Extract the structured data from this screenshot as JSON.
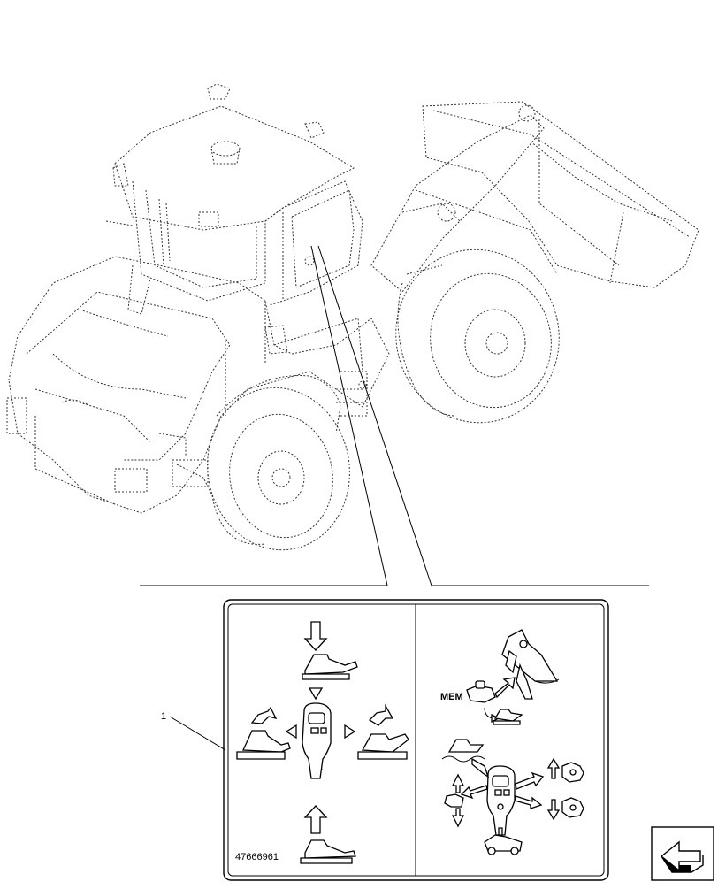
{
  "callout": {
    "item_number": "1"
  },
  "decal": {
    "part_number": "47666961",
    "mem_label": "MEM"
  },
  "icons": {
    "navigation": "next-page-arrow-icon"
  }
}
